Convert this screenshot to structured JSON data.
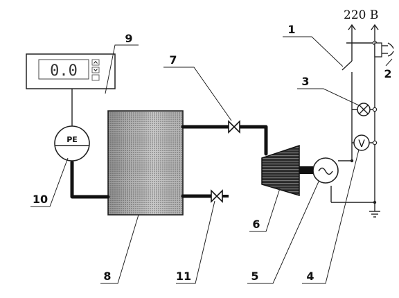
{
  "supply_voltage": "220 В",
  "display_reading": "0.0",
  "sensor_label": "PE",
  "meter_symbol": "V",
  "callouts": [
    "1",
    "2",
    "3",
    "4",
    "5",
    "6",
    "7",
    "8",
    "9",
    "10",
    "11"
  ]
}
